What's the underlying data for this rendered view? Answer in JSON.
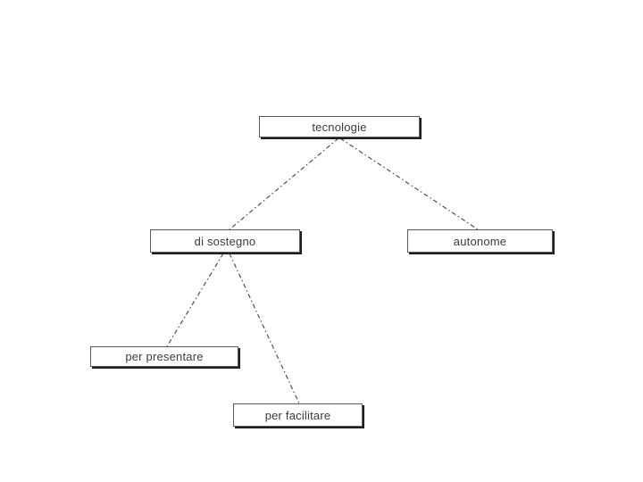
{
  "diagram": {
    "type": "tree",
    "nodes": {
      "root": {
        "label": "tecnologie"
      },
      "support": {
        "label": "di sostegno"
      },
      "autonomous": {
        "label": "autonome"
      },
      "present": {
        "label": "per presentare"
      },
      "facilitate": {
        "label": "per facilitare"
      }
    },
    "edges": [
      {
        "from": "tecnologie",
        "to": "di sostegno"
      },
      {
        "from": "tecnologie",
        "to": "autonome"
      },
      {
        "from": "di sostegno",
        "to": "per presentare"
      },
      {
        "from": "di sostegno",
        "to": "per facilitare"
      }
    ],
    "colors": {
      "background": "#ffffff",
      "box_fill": "#ffffff",
      "box_border": "#5a5a5a",
      "box_shadow": "#1e1e1e",
      "text": "#3b3b3b",
      "connector": "#4f4f4f"
    }
  }
}
